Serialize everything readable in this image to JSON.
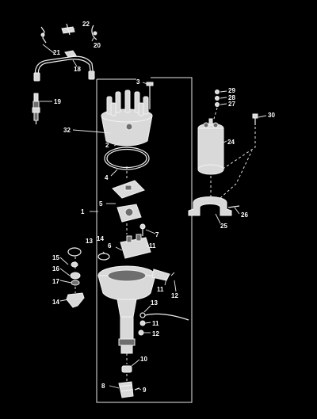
{
  "callouts": {
    "c1": "1",
    "c2": "2",
    "c3": "3",
    "c4": "4",
    "c5": "5",
    "c6": "6",
    "c7": "7",
    "c8": "8",
    "c9": "9",
    "c10": "10",
    "c11a": "11",
    "c11b": "11",
    "c11c": "11",
    "c12a": "12",
    "c12b": "12",
    "c13a": "13",
    "c13b": "13",
    "c14a": "14",
    "c14b": "14",
    "c15": "15",
    "c16": "16",
    "c17": "17",
    "c18": "18",
    "c19": "19",
    "c20": "20",
    "c21": "21",
    "c22": "22",
    "c24": "24",
    "c25": "25",
    "c26": "26",
    "c27": "27",
    "c28": "28",
    "c29": "29",
    "c30": "30",
    "c32": "32"
  }
}
